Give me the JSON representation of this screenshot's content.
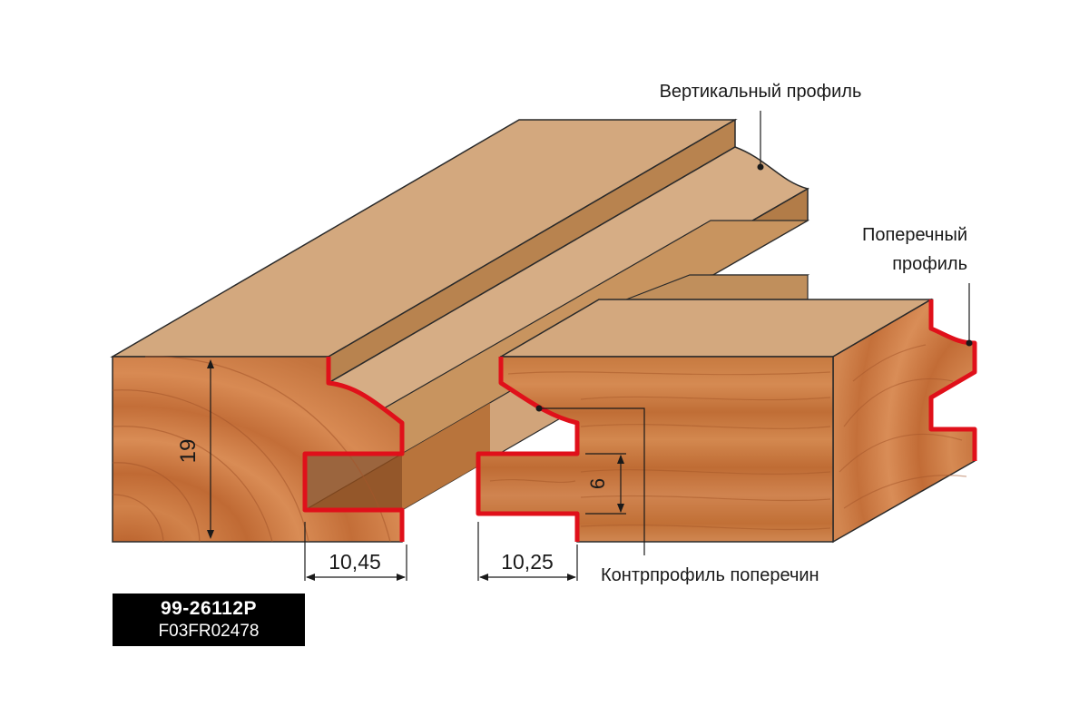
{
  "labels": {
    "vertical_profile": "Вертикальный профиль",
    "cross_profile_line1": "Поперечный",
    "cross_profile_line2": "профиль",
    "counter_profile": "Контрпрофиль поперечин"
  },
  "dimensions": {
    "height": "19",
    "width_left": "10,45",
    "width_right": "10,25",
    "tongue": "6"
  },
  "product": {
    "code": "99-26112P",
    "reference": "F03FR02478"
  },
  "colors": {
    "wood_top": "#d2a77d",
    "wood_side": "#b47f4c",
    "wood_end": "#c8763f",
    "profile_red": "#e0101a",
    "outline": "#2a2a2a"
  }
}
